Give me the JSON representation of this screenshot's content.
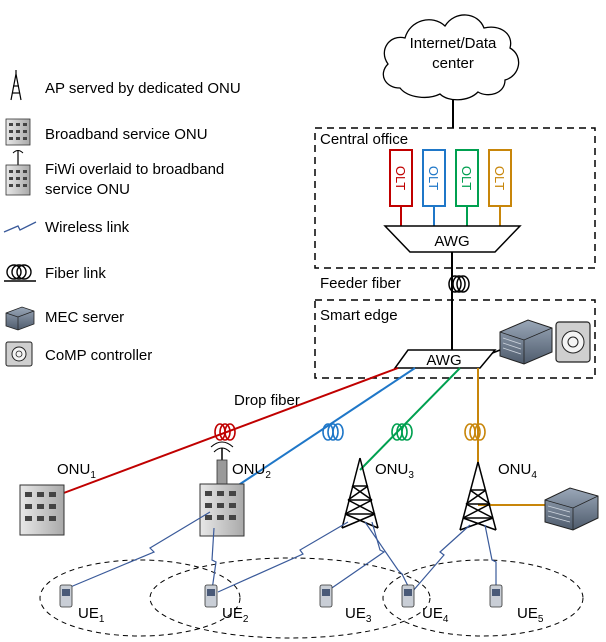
{
  "legend": {
    "ap": "AP served by dedicated ONU",
    "broadband": "Broadband service ONU",
    "fiwi_1": "FiWi overlaid to broadband",
    "fiwi_2": "service ONU",
    "wireless": "Wireless link",
    "fiber": "Fiber link",
    "mec": "MEC server",
    "comp": "CoMP controller"
  },
  "cloud": {
    "line1": "Internet/Data",
    "line2": "center"
  },
  "central_office": {
    "title": "Central office",
    "olts": [
      {
        "label": "OLT",
        "color": "#c00000"
      },
      {
        "label": "OLT",
        "color": "#1f77c8"
      },
      {
        "label": "OLT",
        "color": "#00a050"
      },
      {
        "label": "OLT",
        "color": "#c8860a"
      }
    ],
    "awg": "AWG"
  },
  "feeder": "Feeder fiber",
  "smart_edge": {
    "title": "Smart edge",
    "awg": "AWG"
  },
  "drop_fiber": "Drop fiber",
  "onus": [
    {
      "base": "ONU",
      "sub": "1"
    },
    {
      "base": "ONU",
      "sub": "2"
    },
    {
      "base": "ONU",
      "sub": "3"
    },
    {
      "base": "ONU",
      "sub": "4"
    }
  ],
  "ues": [
    {
      "base": "UE",
      "sub": "1"
    },
    {
      "base": "UE",
      "sub": "2"
    },
    {
      "base": "UE",
      "sub": "3"
    },
    {
      "base": "UE",
      "sub": "4"
    },
    {
      "base": "UE",
      "sub": "5"
    }
  ]
}
